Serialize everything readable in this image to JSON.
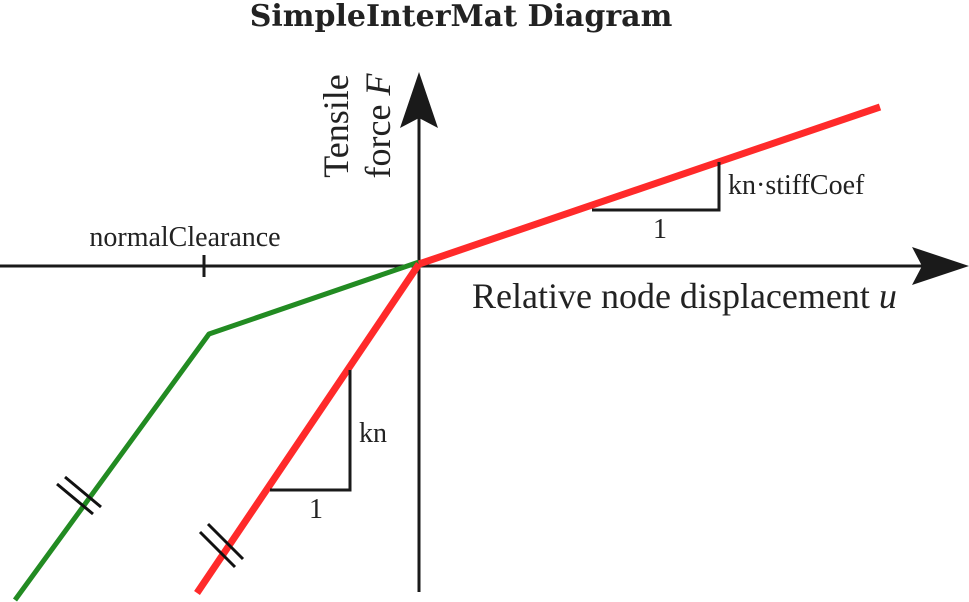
{
  "title": "SimpleInterMat  Diagram",
  "y_axis": {
    "line1": "Tensile",
    "line2_text": "force ",
    "line2_symbol": "F"
  },
  "x_axis": {
    "text": "Relative node displacement ",
    "symbol": "u"
  },
  "labels": {
    "normal_clearance": "normalClearance",
    "upper_slope": "kn·stiffCoef",
    "upper_run": "1",
    "lower_slope": "kn",
    "lower_run": "1"
  },
  "colors": {
    "red_curve": "#ff2a2a",
    "green_curve": "#228b22",
    "axes": "#1a1a1a"
  }
}
